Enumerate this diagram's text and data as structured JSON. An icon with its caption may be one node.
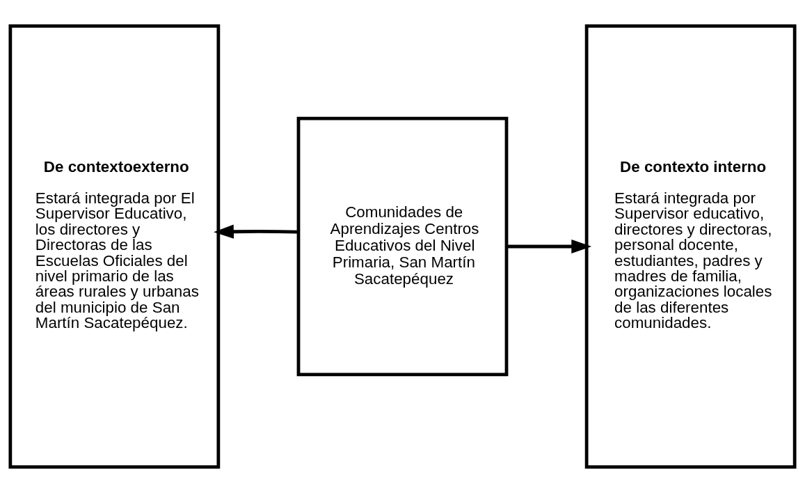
{
  "diagram": {
    "nodes": [
      {
        "text": [
          "De contextoexterno",
          "Estará integrada por El Supervisor Educativo, los directores y Directoras de las Escuelas Oficiales del nivel primario de las áreas rurales y urbanas del municipio de San Martín Sacatepéquez."
        ]
      },
      {
        "text": [
          "Comunidades de Aprendizajes Centros Educativos del Nivel Primaria, San Martín Sacatepéquez"
        ]
      },
      {
        "text": [
          "De contexto interno",
          "Estará integrada por Supervisor educativo, directores y directoras, personal docente, estudiantes, padres y madres de familia, organizaciones locales de las diferentes comunidades."
        ]
      }
    ],
    "edges": [
      {
        "from": 1,
        "to": 0,
        "arrow": "to"
      },
      {
        "from": 1,
        "to": 2,
        "arrow": "to"
      }
    ]
  }
}
